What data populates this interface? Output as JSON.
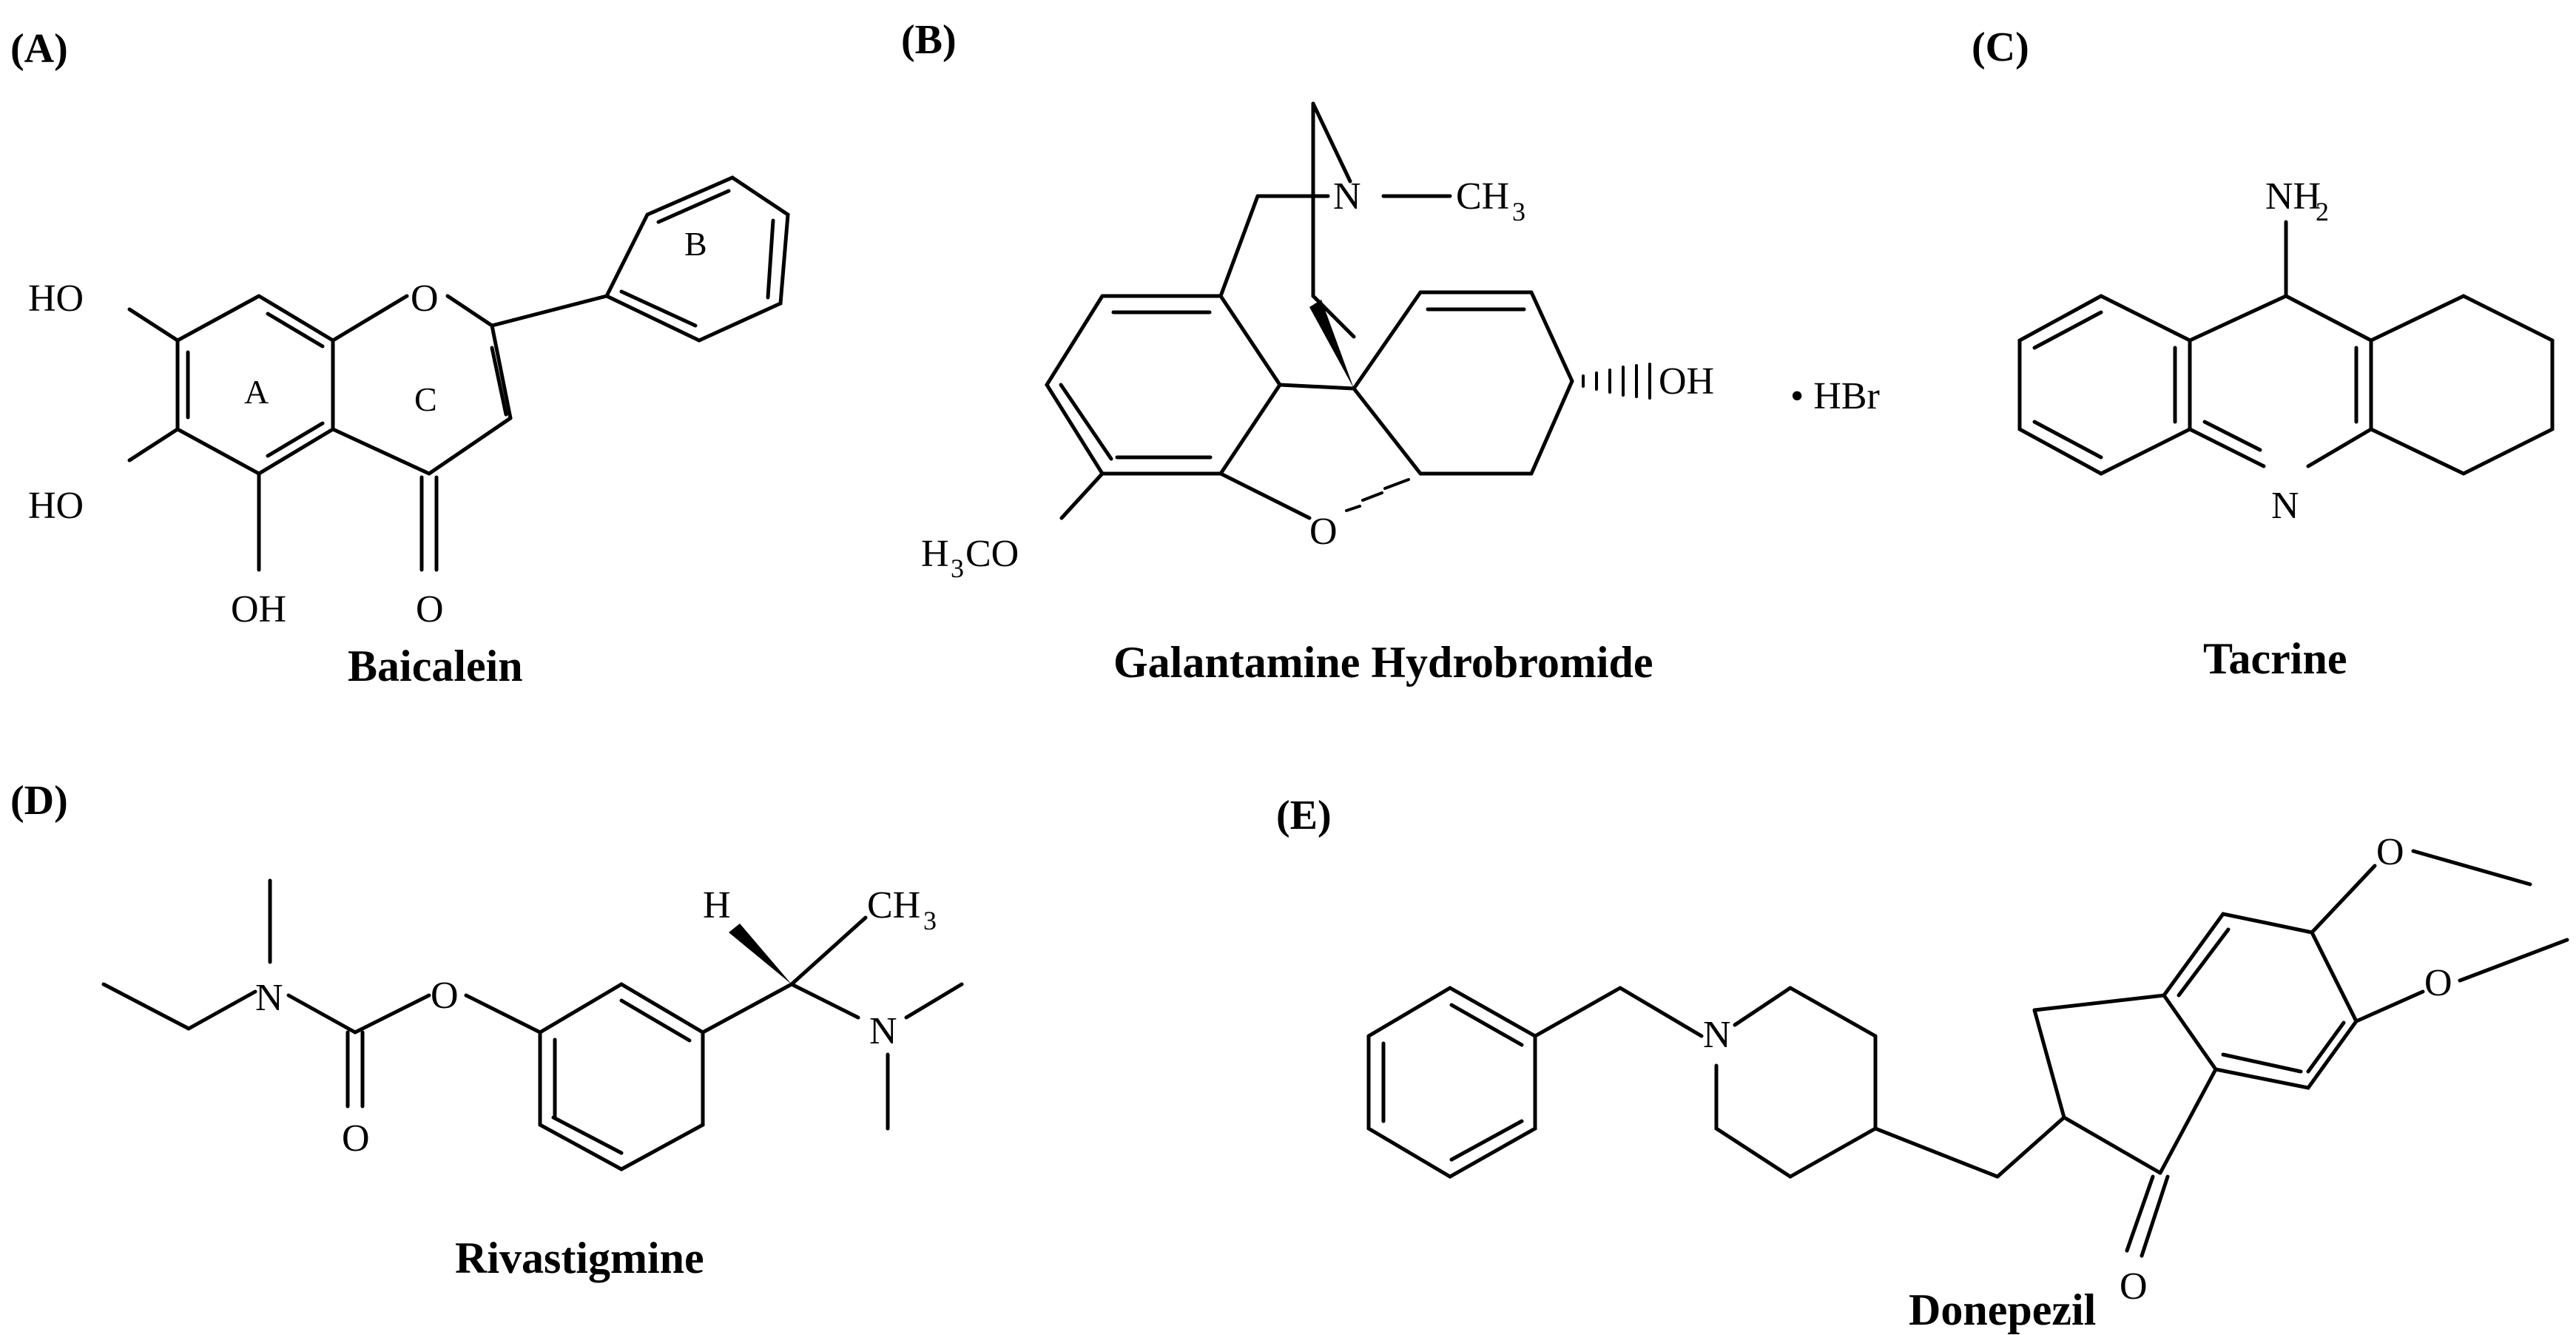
{
  "panels": {
    "A": {
      "label": "(A)",
      "name": "Baicalein",
      "atoms": {
        "ho1": "HO",
        "ho2": "HO",
        "oh": "OH",
        "o_ring": "O",
        "o_keto": "O"
      },
      "ring_labels": {
        "a": "A",
        "b": "B",
        "c": "C"
      }
    },
    "B": {
      "label": "(B)",
      "name": "Galantamine Hydrobromide",
      "atoms": {
        "n": "N",
        "ch3": "CH",
        "ch3_sub": "3",
        "oh": "OH",
        "o_bridge": "O",
        "h3co_h": "H",
        "h3co_sub": "3",
        "h3co_co": "CO"
      },
      "salt": "• HBr"
    },
    "C": {
      "label": "(C)",
      "name": "Tacrine",
      "atoms": {
        "nh": "NH",
        "nh_sub": "2",
        "n": "N"
      }
    },
    "D": {
      "label": "(D)",
      "name": "Rivastigmine",
      "atoms": {
        "n1": "N",
        "o_ester": "O",
        "o_keto": "O",
        "h": "H",
        "ch3": "CH",
        "ch3_sub": "3",
        "n2": "N"
      }
    },
    "E": {
      "label": "(E)",
      "name": "Donepezil",
      "atoms": {
        "n": "N",
        "o_keto": "O",
        "ome1": "O",
        "ome2": "O"
      }
    }
  },
  "colors": {
    "ink": "#000000",
    "background": "#ffffff"
  }
}
